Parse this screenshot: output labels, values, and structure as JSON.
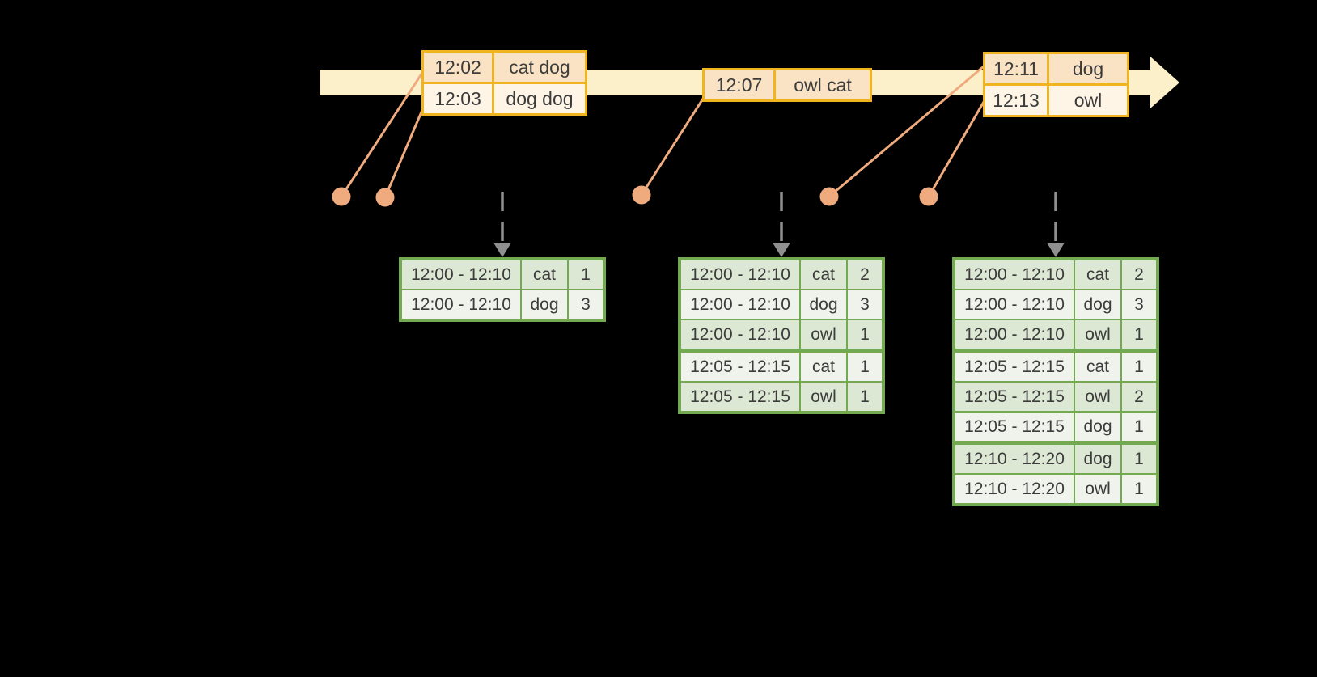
{
  "colors": {
    "background": "#000000",
    "timeline_band": "#FBF0CA",
    "event_table_border": "#F0B41E",
    "event_row_peach": "#FAE2C4",
    "event_row_cream": "#FEF5E6",
    "connector": "#EFAB7E",
    "dashed_arrow": "#8F8F8F",
    "result_table_border": "#73A950",
    "result_row_dark": "#DDE8D4",
    "result_row_light": "#EFF3EB",
    "text": "#3C3C3C"
  },
  "event_tables": [
    {
      "name": "events-batch-1",
      "rows": [
        [
          "12:02",
          "cat dog"
        ],
        [
          "12:03",
          "dog dog"
        ]
      ]
    },
    {
      "name": "events-batch-2",
      "rows": [
        [
          "12:07",
          "owl cat"
        ]
      ]
    },
    {
      "name": "events-batch-3",
      "rows": [
        [
          "12:11",
          "dog"
        ],
        [
          "12:13",
          "owl"
        ]
      ]
    }
  ],
  "result_tables": [
    {
      "name": "windowed-counts-1",
      "rows": [
        [
          "12:00 - 12:10",
          "cat",
          "1"
        ],
        [
          "12:00 - 12:10",
          "dog",
          "3"
        ]
      ]
    },
    {
      "name": "windowed-counts-2",
      "rows": [
        [
          "12:00 - 12:10",
          "cat",
          "2"
        ],
        [
          "12:00 - 12:10",
          "dog",
          "3"
        ],
        [
          "12:00 - 12:10",
          "owl",
          "1"
        ],
        [
          "12:05 - 12:15",
          "cat",
          "1"
        ],
        [
          "12:05 - 12:15",
          "owl",
          "1"
        ]
      ]
    },
    {
      "name": "windowed-counts-3",
      "rows": [
        [
          "12:00 - 12:10",
          "cat",
          "2"
        ],
        [
          "12:00 - 12:10",
          "dog",
          "3"
        ],
        [
          "12:00 - 12:10",
          "owl",
          "1"
        ],
        [
          "12:05 - 12:15",
          "cat",
          "1"
        ],
        [
          "12:05 - 12:15",
          "owl",
          "2"
        ],
        [
          "12:05 - 12:15",
          "dog",
          "1"
        ],
        [
          "12:10 - 12:20",
          "dog",
          "1"
        ],
        [
          "12:10 - 12:20",
          "owl",
          "1"
        ]
      ]
    }
  ]
}
